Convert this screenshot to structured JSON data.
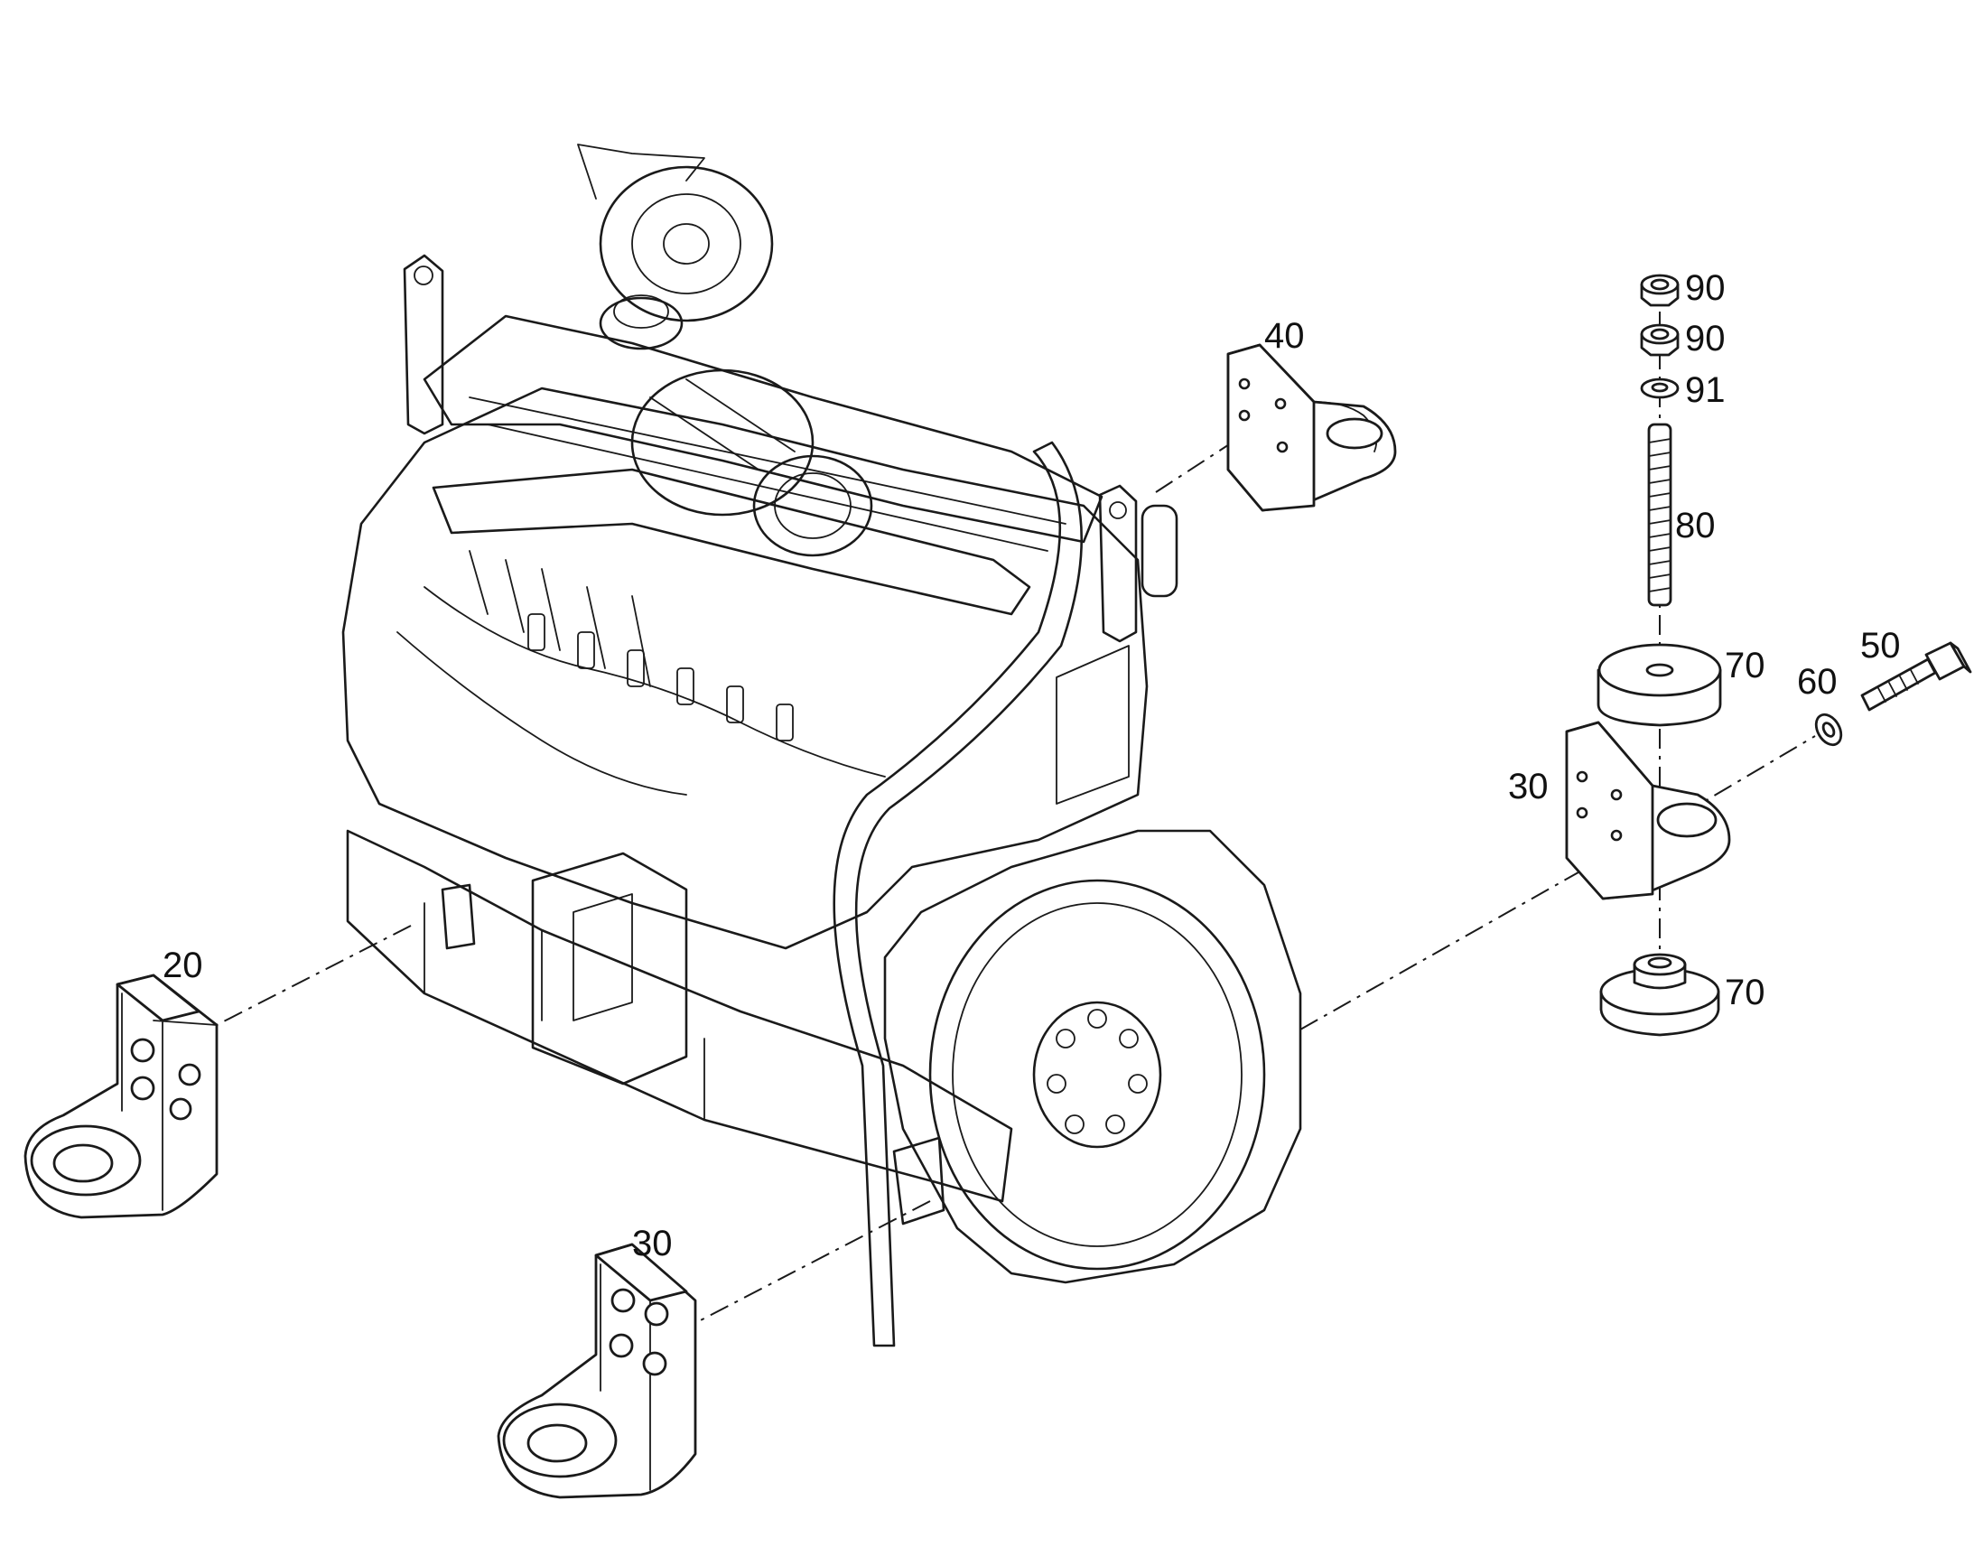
{
  "callouts": {
    "c20": "20",
    "c30_bottom": "30",
    "c30_right": "30",
    "c40": "40",
    "c50": "50",
    "c60": "60",
    "c70_top": "70",
    "c70_bottom": "70",
    "c80": "80",
    "c90_top": "90",
    "c90_second": "90",
    "c91": "91"
  }
}
